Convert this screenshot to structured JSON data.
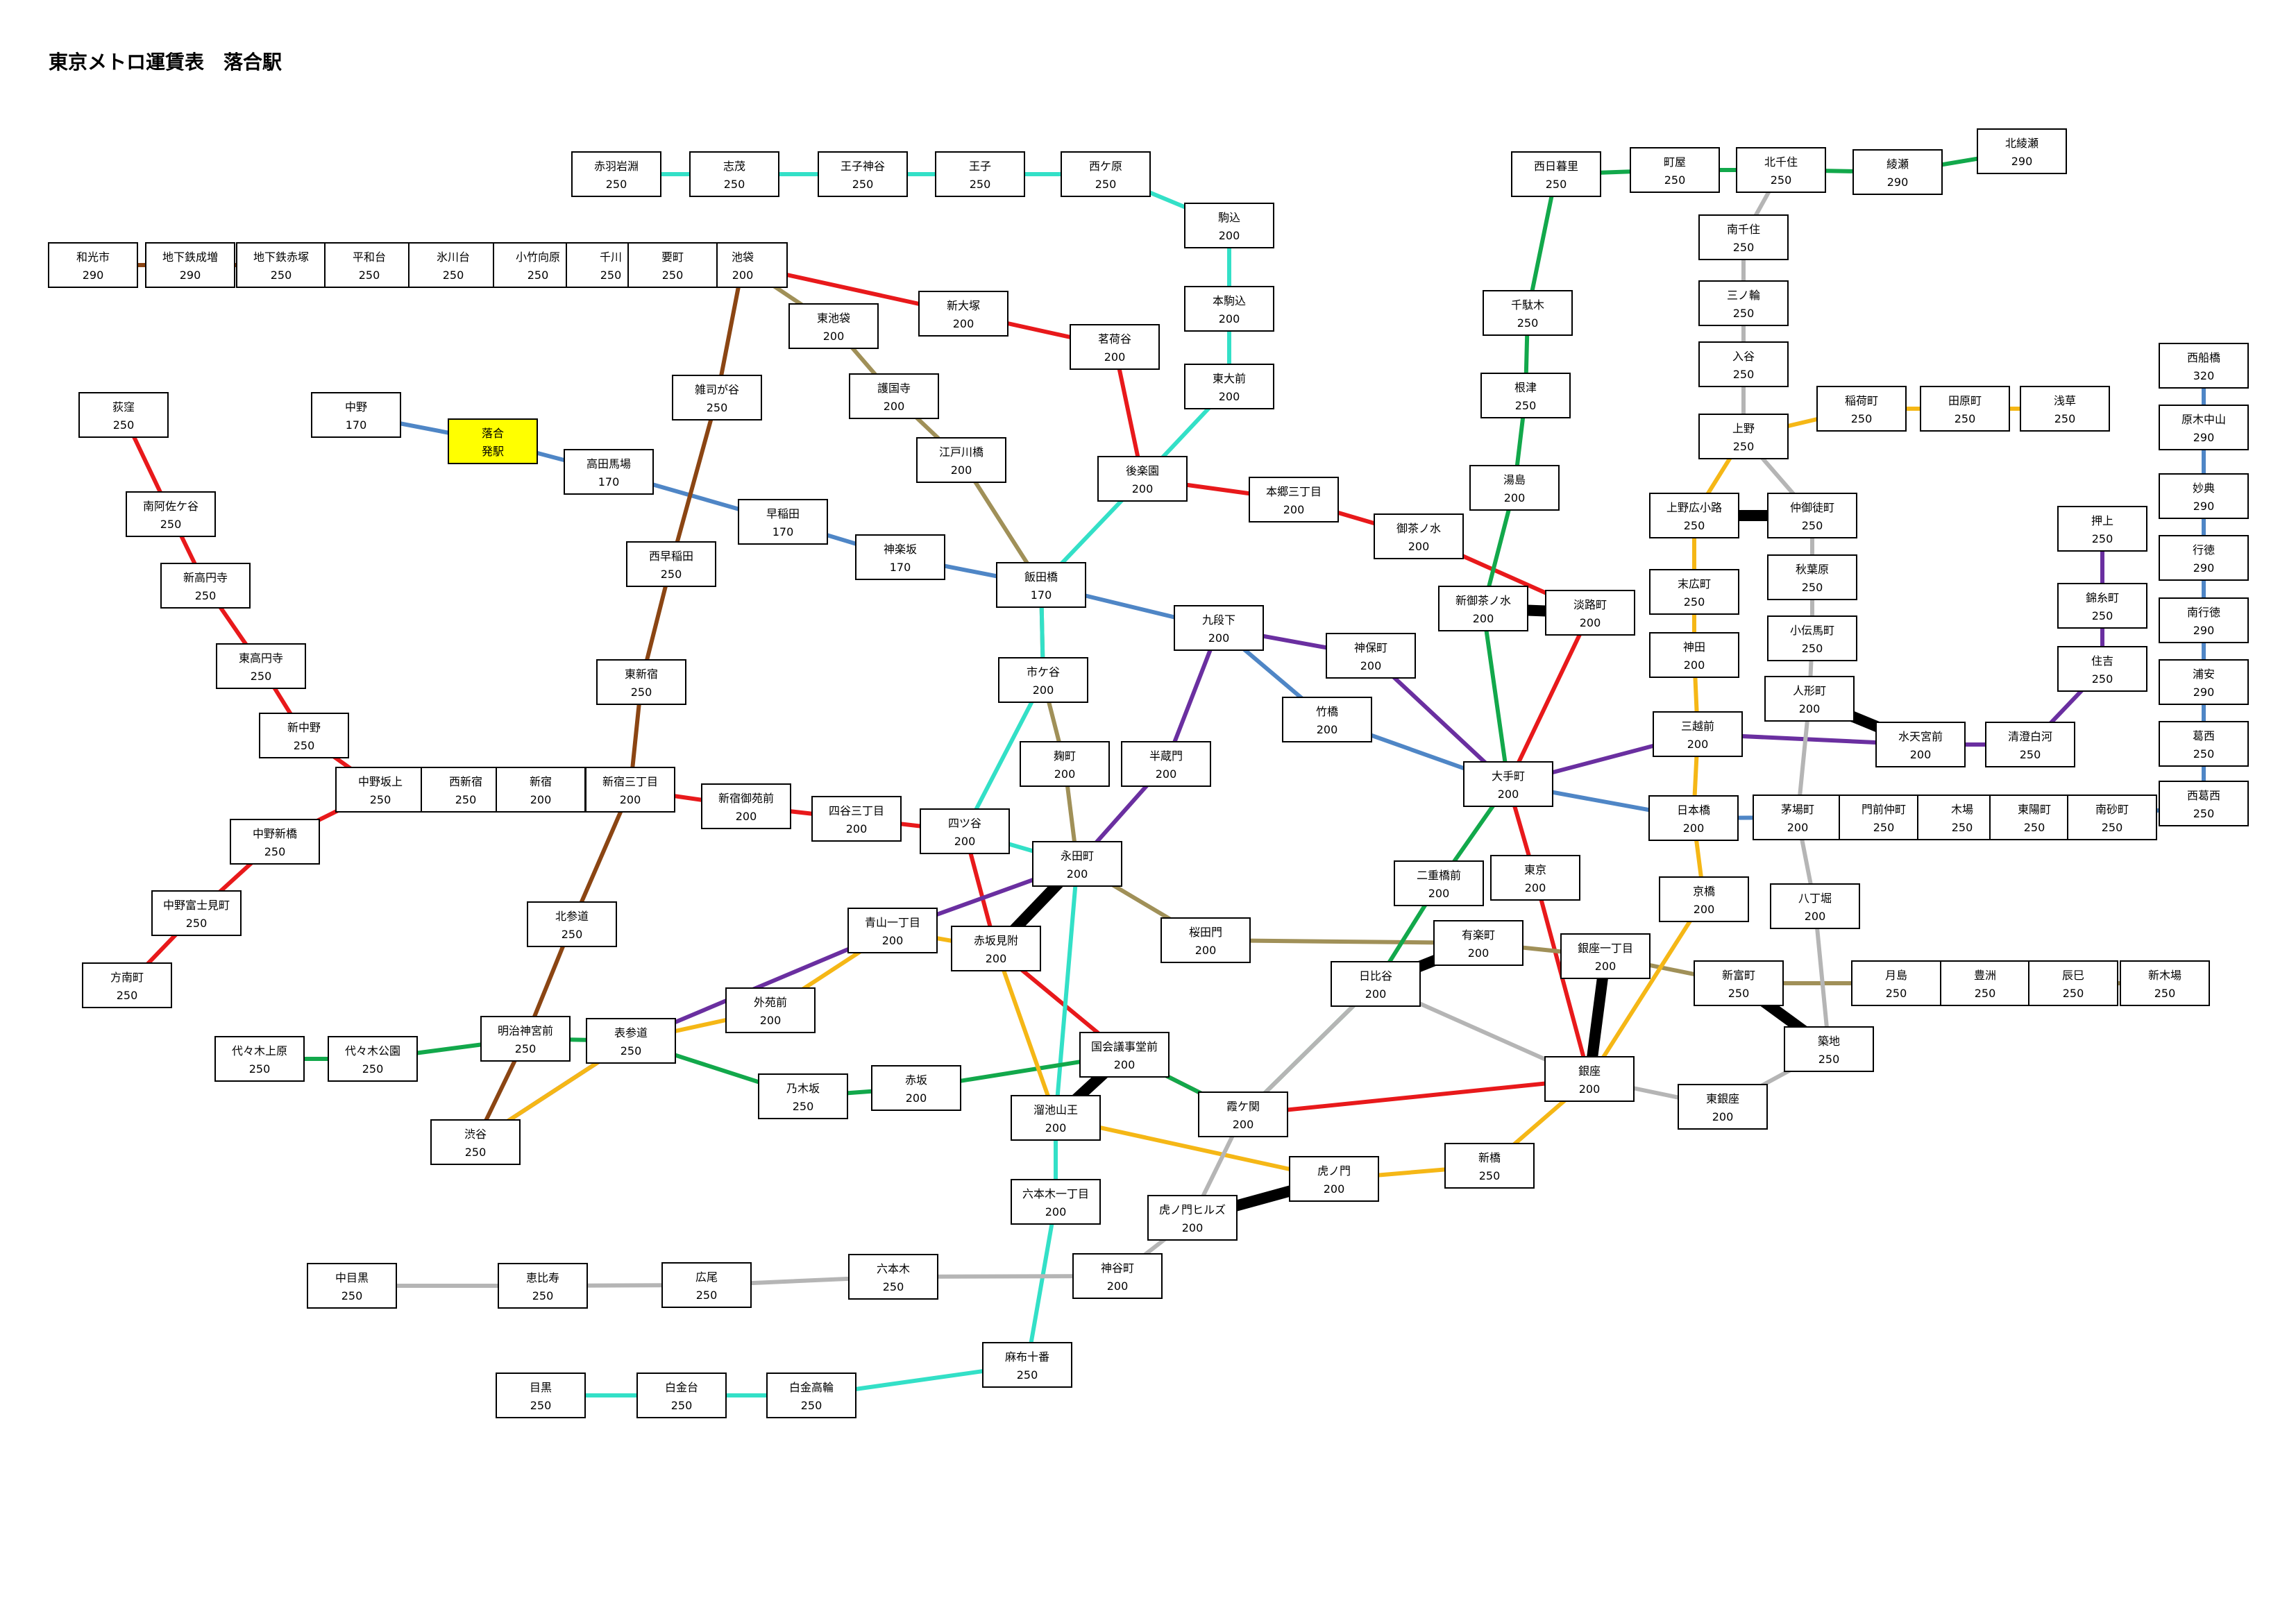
{
  "title": "東京メトロ運賃表　落合駅",
  "origin_marker": "発駅",
  "lines": {
    "tozai": {
      "color": "#4f86c6"
    },
    "marunouchi": {
      "color": "#e8191b"
    },
    "fukutoshin": {
      "color": "#8b4513"
    },
    "yurakucho": {
      "color": "#a09058"
    },
    "namboku": {
      "color": "#33e0c7"
    },
    "hanzomon": {
      "color": "#6a2fa0"
    },
    "chiyoda": {
      "color": "#12a84b"
    },
    "ginza": {
      "color": "#f5b716"
    },
    "hibiya": {
      "color": "#b5b5b5"
    }
  },
  "stations": [
    {
      "id": "ochiai",
      "name": "落合",
      "fare": ""
    },
    {
      "id": "nakano",
      "name": "中野",
      "fare": "170"
    },
    {
      "id": "takadanobaba",
      "name": "高田馬場",
      "fare": "170"
    },
    {
      "id": "waseda",
      "name": "早稲田",
      "fare": "170"
    },
    {
      "id": "kagurazaka",
      "name": "神楽坂",
      "fare": "170"
    },
    {
      "id": "iidabashi",
      "name": "飯田橋",
      "fare": "170"
    },
    {
      "id": "kudanshita",
      "name": "九段下",
      "fare": "200"
    },
    {
      "id": "takebashi",
      "name": "竹橋",
      "fare": "200"
    },
    {
      "id": "otemachi",
      "name": "大手町",
      "fare": "200"
    },
    {
      "id": "nihombashi",
      "name": "日本橋",
      "fare": "200"
    },
    {
      "id": "kayabacho",
      "name": "茅場町",
      "fare": "200"
    },
    {
      "id": "monzennakacho",
      "name": "門前仲町",
      "fare": "250"
    },
    {
      "id": "kiba",
      "name": "木場",
      "fare": "250"
    },
    {
      "id": "toyocho",
      "name": "東陽町",
      "fare": "250"
    },
    {
      "id": "minamisunamachi",
      "name": "南砂町",
      "fare": "250"
    },
    {
      "id": "nishikasai",
      "name": "西葛西",
      "fare": "250"
    },
    {
      "id": "kasai",
      "name": "葛西",
      "fare": "250"
    },
    {
      "id": "urayasu",
      "name": "浦安",
      "fare": "290"
    },
    {
      "id": "minamigyotoku",
      "name": "南行徳",
      "fare": "290"
    },
    {
      "id": "gyotoku",
      "name": "行徳",
      "fare": "290"
    },
    {
      "id": "myoden",
      "name": "妙典",
      "fare": "290"
    },
    {
      "id": "barakinakayama",
      "name": "原木中山",
      "fare": "290"
    },
    {
      "id": "nishifunabashi",
      "name": "西船橋",
      "fare": "320"
    },
    {
      "id": "ogikubo",
      "name": "荻窪",
      "fare": "250"
    },
    {
      "id": "minamiasagaya",
      "name": "南阿佐ケ谷",
      "fare": "250"
    },
    {
      "id": "shinkoenji",
      "name": "新高円寺",
      "fare": "250"
    },
    {
      "id": "higashikoenji",
      "name": "東高円寺",
      "fare": "250"
    },
    {
      "id": "shinnakano",
      "name": "新中野",
      "fare": "250"
    },
    {
      "id": "nakanoshimbashi",
      "name": "中野新橋",
      "fare": "250"
    },
    {
      "id": "nakanofujimicho",
      "name": "中野富士見町",
      "fare": "250"
    },
    {
      "id": "honancho",
      "name": "方南町",
      "fare": "250"
    },
    {
      "id": "nakanosakaue",
      "name": "中野坂上",
      "fare": "250"
    },
    {
      "id": "nishishinjuku",
      "name": "西新宿",
      "fare": "250"
    },
    {
      "id": "shinjuku",
      "name": "新宿",
      "fare": "200"
    },
    {
      "id": "shinjukusanchome",
      "name": "新宿三丁目",
      "fare": "200"
    },
    {
      "id": "shinjukugyoenmae",
      "name": "新宿御苑前",
      "fare": "200"
    },
    {
      "id": "yotsuyasanchome",
      "name": "四谷三丁目",
      "fare": "200"
    },
    {
      "id": "yotsuya",
      "name": "四ツ谷",
      "fare": "200"
    },
    {
      "id": "akasakamitsuke",
      "name": "赤坂見附",
      "fare": "200"
    },
    {
      "id": "kokkaigijidomae",
      "name": "国会議事堂前",
      "fare": "200"
    },
    {
      "id": "kasumigaseki",
      "name": "霞ケ関",
      "fare": "200"
    },
    {
      "id": "ginza",
      "name": "銀座",
      "fare": "200"
    },
    {
      "id": "tokyo",
      "name": "東京",
      "fare": "200"
    },
    {
      "id": "awajicho",
      "name": "淡路町",
      "fare": "200"
    },
    {
      "id": "ochanomizu",
      "name": "御茶ノ水",
      "fare": "200"
    },
    {
      "id": "hongosanchome",
      "name": "本郷三丁目",
      "fare": "200"
    },
    {
      "id": "korakuen",
      "name": "後楽園",
      "fare": "200"
    },
    {
      "id": "myogadani",
      "name": "茗荷谷",
      "fare": "200"
    },
    {
      "id": "shinotsuka",
      "name": "新大塚",
      "fare": "200"
    },
    {
      "id": "ikebukuro",
      "name": "池袋",
      "fare": "200"
    },
    {
      "id": "wakoshi",
      "name": "和光市",
      "fare": "290"
    },
    {
      "id": "chikatetsunarimasu",
      "name": "地下鉄成増",
      "fare": "290"
    },
    {
      "id": "chikatetsuakatsuka",
      "name": "地下鉄赤塚",
      "fare": "250"
    },
    {
      "id": "heiwadai",
      "name": "平和台",
      "fare": "250"
    },
    {
      "id": "hikawadai",
      "name": "氷川台",
      "fare": "250"
    },
    {
      "id": "kotakemukaihara",
      "name": "小竹向原",
      "fare": "250"
    },
    {
      "id": "senkawa",
      "name": "千川",
      "fare": "250"
    },
    {
      "id": "kanamecho",
      "name": "要町",
      "fare": "250"
    },
    {
      "id": "zoshigaya",
      "name": "雑司が谷",
      "fare": "250"
    },
    {
      "id": "nishiwaseda",
      "name": "西早稲田",
      "fare": "250"
    },
    {
      "id": "higashishinjuku",
      "name": "東新宿",
      "fare": "250"
    },
    {
      "id": "kitasando",
      "name": "北参道",
      "fare": "250"
    },
    {
      "id": "meijijingumae",
      "name": "明治神宮前",
      "fare": "250"
    },
    {
      "id": "shibuya",
      "name": "渋谷",
      "fare": "250"
    },
    {
      "id": "higashiikebukuro",
      "name": "東池袋",
      "fare": "200"
    },
    {
      "id": "gokokuji",
      "name": "護国寺",
      "fare": "200"
    },
    {
      "id": "edogawabashi",
      "name": "江戸川橋",
      "fare": "200"
    },
    {
      "id": "ichigaya",
      "name": "市ケ谷",
      "fare": "200"
    },
    {
      "id": "kojimachi",
      "name": "麹町",
      "fare": "200"
    },
    {
      "id": "nagatacho",
      "name": "永田町",
      "fare": "200"
    },
    {
      "id": "sakuradamon",
      "name": "桜田門",
      "fare": "200"
    },
    {
      "id": "yurakucho",
      "name": "有楽町",
      "fare": "200"
    },
    {
      "id": "ginzaitchome",
      "name": "銀座一丁目",
      "fare": "200"
    },
    {
      "id": "shintomicho",
      "name": "新富町",
      "fare": "250"
    },
    {
      "id": "tsukishima",
      "name": "月島",
      "fare": "250"
    },
    {
      "id": "toyosu",
      "name": "豊洲",
      "fare": "250"
    },
    {
      "id": "tatsumi",
      "name": "辰巳",
      "fare": "250"
    },
    {
      "id": "shinkiba",
      "name": "新木場",
      "fare": "250"
    },
    {
      "id": "akabaneiwabuchi",
      "name": "赤羽岩淵",
      "fare": "250"
    },
    {
      "id": "shimo",
      "name": "志茂",
      "fare": "250"
    },
    {
      "id": "ojikamiya",
      "name": "王子神谷",
      "fare": "250"
    },
    {
      "id": "oji",
      "name": "王子",
      "fare": "250"
    },
    {
      "id": "nishigahara",
      "name": "西ケ原",
      "fare": "250"
    },
    {
      "id": "komagome",
      "name": "駒込",
      "fare": "200"
    },
    {
      "id": "honkomagome",
      "name": "本駒込",
      "fare": "200"
    },
    {
      "id": "todaimae",
      "name": "東大前",
      "fare": "200"
    },
    {
      "id": "tameikesanno",
      "name": "溜池山王",
      "fare": "200"
    },
    {
      "id": "roppongiitchome",
      "name": "六本木一丁目",
      "fare": "200"
    },
    {
      "id": "azabujuban",
      "name": "麻布十番",
      "fare": "250"
    },
    {
      "id": "shirokanetakanawa",
      "name": "白金高輪",
      "fare": "250"
    },
    {
      "id": "shirokanedai",
      "name": "白金台",
      "fare": "250"
    },
    {
      "id": "meguro",
      "name": "目黒",
      "fare": "250"
    },
    {
      "id": "hanzomon",
      "name": "半蔵門",
      "fare": "200"
    },
    {
      "id": "jimbocho",
      "name": "神保町",
      "fare": "200"
    },
    {
      "id": "mitsukoshimae",
      "name": "三越前",
      "fare": "200"
    },
    {
      "id": "suitengumae",
      "name": "水天宮前",
      "fare": "200"
    },
    {
      "id": "kiyosumishirakawa",
      "name": "清澄白河",
      "fare": "250"
    },
    {
      "id": "sumiyoshi",
      "name": "住吉",
      "fare": "250"
    },
    {
      "id": "kinshicho",
      "name": "錦糸町",
      "fare": "250"
    },
    {
      "id": "oshiage",
      "name": "押上",
      "fare": "250"
    },
    {
      "id": "aoyamaitchome",
      "name": "青山一丁目",
      "fare": "200"
    },
    {
      "id": "omotesando",
      "name": "表参道",
      "fare": "250"
    },
    {
      "id": "yoyogiuehara",
      "name": "代々木上原",
      "fare": "250"
    },
    {
      "id": "yoyogikoen",
      "name": "代々木公園",
      "fare": "250"
    },
    {
      "id": "nogizaka",
      "name": "乃木坂",
      "fare": "250"
    },
    {
      "id": "akasaka",
      "name": "赤坂",
      "fare": "200"
    },
    {
      "id": "hibiya",
      "name": "日比谷",
      "fare": "200"
    },
    {
      "id": "nijubashimae",
      "name": "二重橋前",
      "fare": "200"
    },
    {
      "id": "shinochanomizu",
      "name": "新御茶ノ水",
      "fare": "200"
    },
    {
      "id": "yushima",
      "name": "湯島",
      "fare": "200"
    },
    {
      "id": "nezu",
      "name": "根津",
      "fare": "250"
    },
    {
      "id": "sendagi",
      "name": "千駄木",
      "fare": "250"
    },
    {
      "id": "nishinippori",
      "name": "西日暮里",
      "fare": "250"
    },
    {
      "id": "machiya",
      "name": "町屋",
      "fare": "250"
    },
    {
      "id": "kitasenju",
      "name": "北千住",
      "fare": "250"
    },
    {
      "id": "ayase",
      "name": "綾瀬",
      "fare": "290"
    },
    {
      "id": "kitaayase",
      "name": "北綾瀬",
      "fare": "290"
    },
    {
      "id": "gaiemmae",
      "name": "外苑前",
      "fare": "200"
    },
    {
      "id": "toranomon",
      "name": "虎ノ門",
      "fare": "200"
    },
    {
      "id": "shimbashi",
      "name": "新橋",
      "fare": "250"
    },
    {
      "id": "kyobashi",
      "name": "京橋",
      "fare": "200"
    },
    {
      "id": "kanda",
      "name": "神田",
      "fare": "200"
    },
    {
      "id": "suehirocho",
      "name": "末広町",
      "fare": "250"
    },
    {
      "id": "uenohirokoji",
      "name": "上野広小路",
      "fare": "250"
    },
    {
      "id": "ueno",
      "name": "上野",
      "fare": "250"
    },
    {
      "id": "inaricho",
      "name": "稲荷町",
      "fare": "250"
    },
    {
      "id": "tawaramachi",
      "name": "田原町",
      "fare": "250"
    },
    {
      "id": "asakusa",
      "name": "浅草",
      "fare": "250"
    },
    {
      "id": "nakaokachimachi",
      "name": "仲御徒町",
      "fare": "250"
    },
    {
      "id": "akihabara",
      "name": "秋葉原",
      "fare": "250"
    },
    {
      "id": "kodemmacho",
      "name": "小伝馬町",
      "fare": "250"
    },
    {
      "id": "ningyocho",
      "name": "人形町",
      "fare": "200"
    },
    {
      "id": "hatchobori",
      "name": "八丁堀",
      "fare": "200"
    },
    {
      "id": "tsukiji",
      "name": "築地",
      "fare": "250"
    },
    {
      "id": "higashiginza",
      "name": "東銀座",
      "fare": "200"
    },
    {
      "id": "iriya",
      "name": "入谷",
      "fare": "250"
    },
    {
      "id": "minowa",
      "name": "三ノ輪",
      "fare": "250"
    },
    {
      "id": "minamisenju",
      "name": "南千住",
      "fare": "250"
    },
    {
      "id": "toranomonhills",
      "name": "虎ノ門ヒルズ",
      "fare": "200"
    },
    {
      "id": "kamiyacho",
      "name": "神谷町",
      "fare": "200"
    },
    {
      "id": "roppongi",
      "name": "六本木",
      "fare": "250"
    },
    {
      "id": "hiroo",
      "name": "広尾",
      "fare": "250"
    },
    {
      "id": "ebisu",
      "name": "恵比寿",
      "fare": "250"
    },
    {
      "id": "nakameguro",
      "name": "中目黒",
      "fare": "250"
    }
  ]
}
